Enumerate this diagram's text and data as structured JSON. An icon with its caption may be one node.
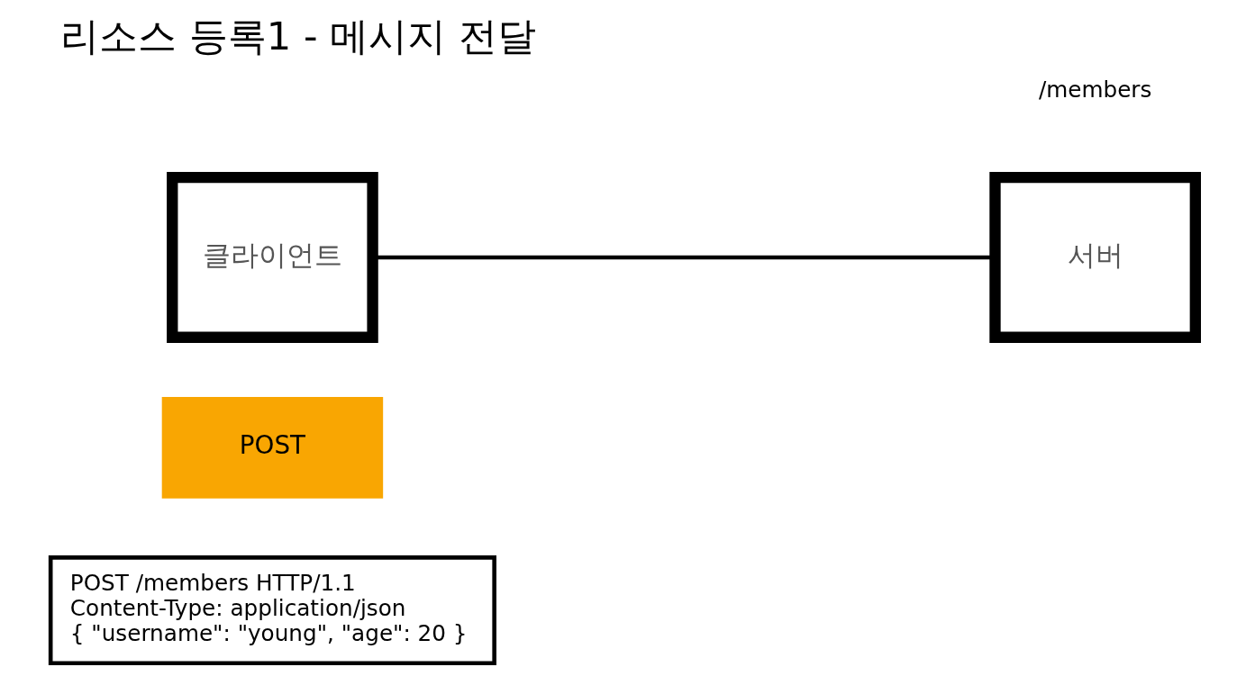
{
  "diagram": {
    "title": "리소스 등록1 - 메시지 전달",
    "nodes": [
      {
        "text": [
          "POST /members HTTP/1.1",
          "Content-Type: application/json",
          "{ \"username\": \"young\", \"age\": 20 }"
        ]
      },
      {
        "text": [
          "POST"
        ]
      },
      {
        "text": [
          "클라이언트"
        ]
      },
      {
        "text": [
          "서버"
        ]
      }
    ],
    "edges": [
      {
        "from": 2,
        "to": 3,
        "arrow": "none"
      }
    ],
    "labels": [
      "/members"
    ]
  }
}
